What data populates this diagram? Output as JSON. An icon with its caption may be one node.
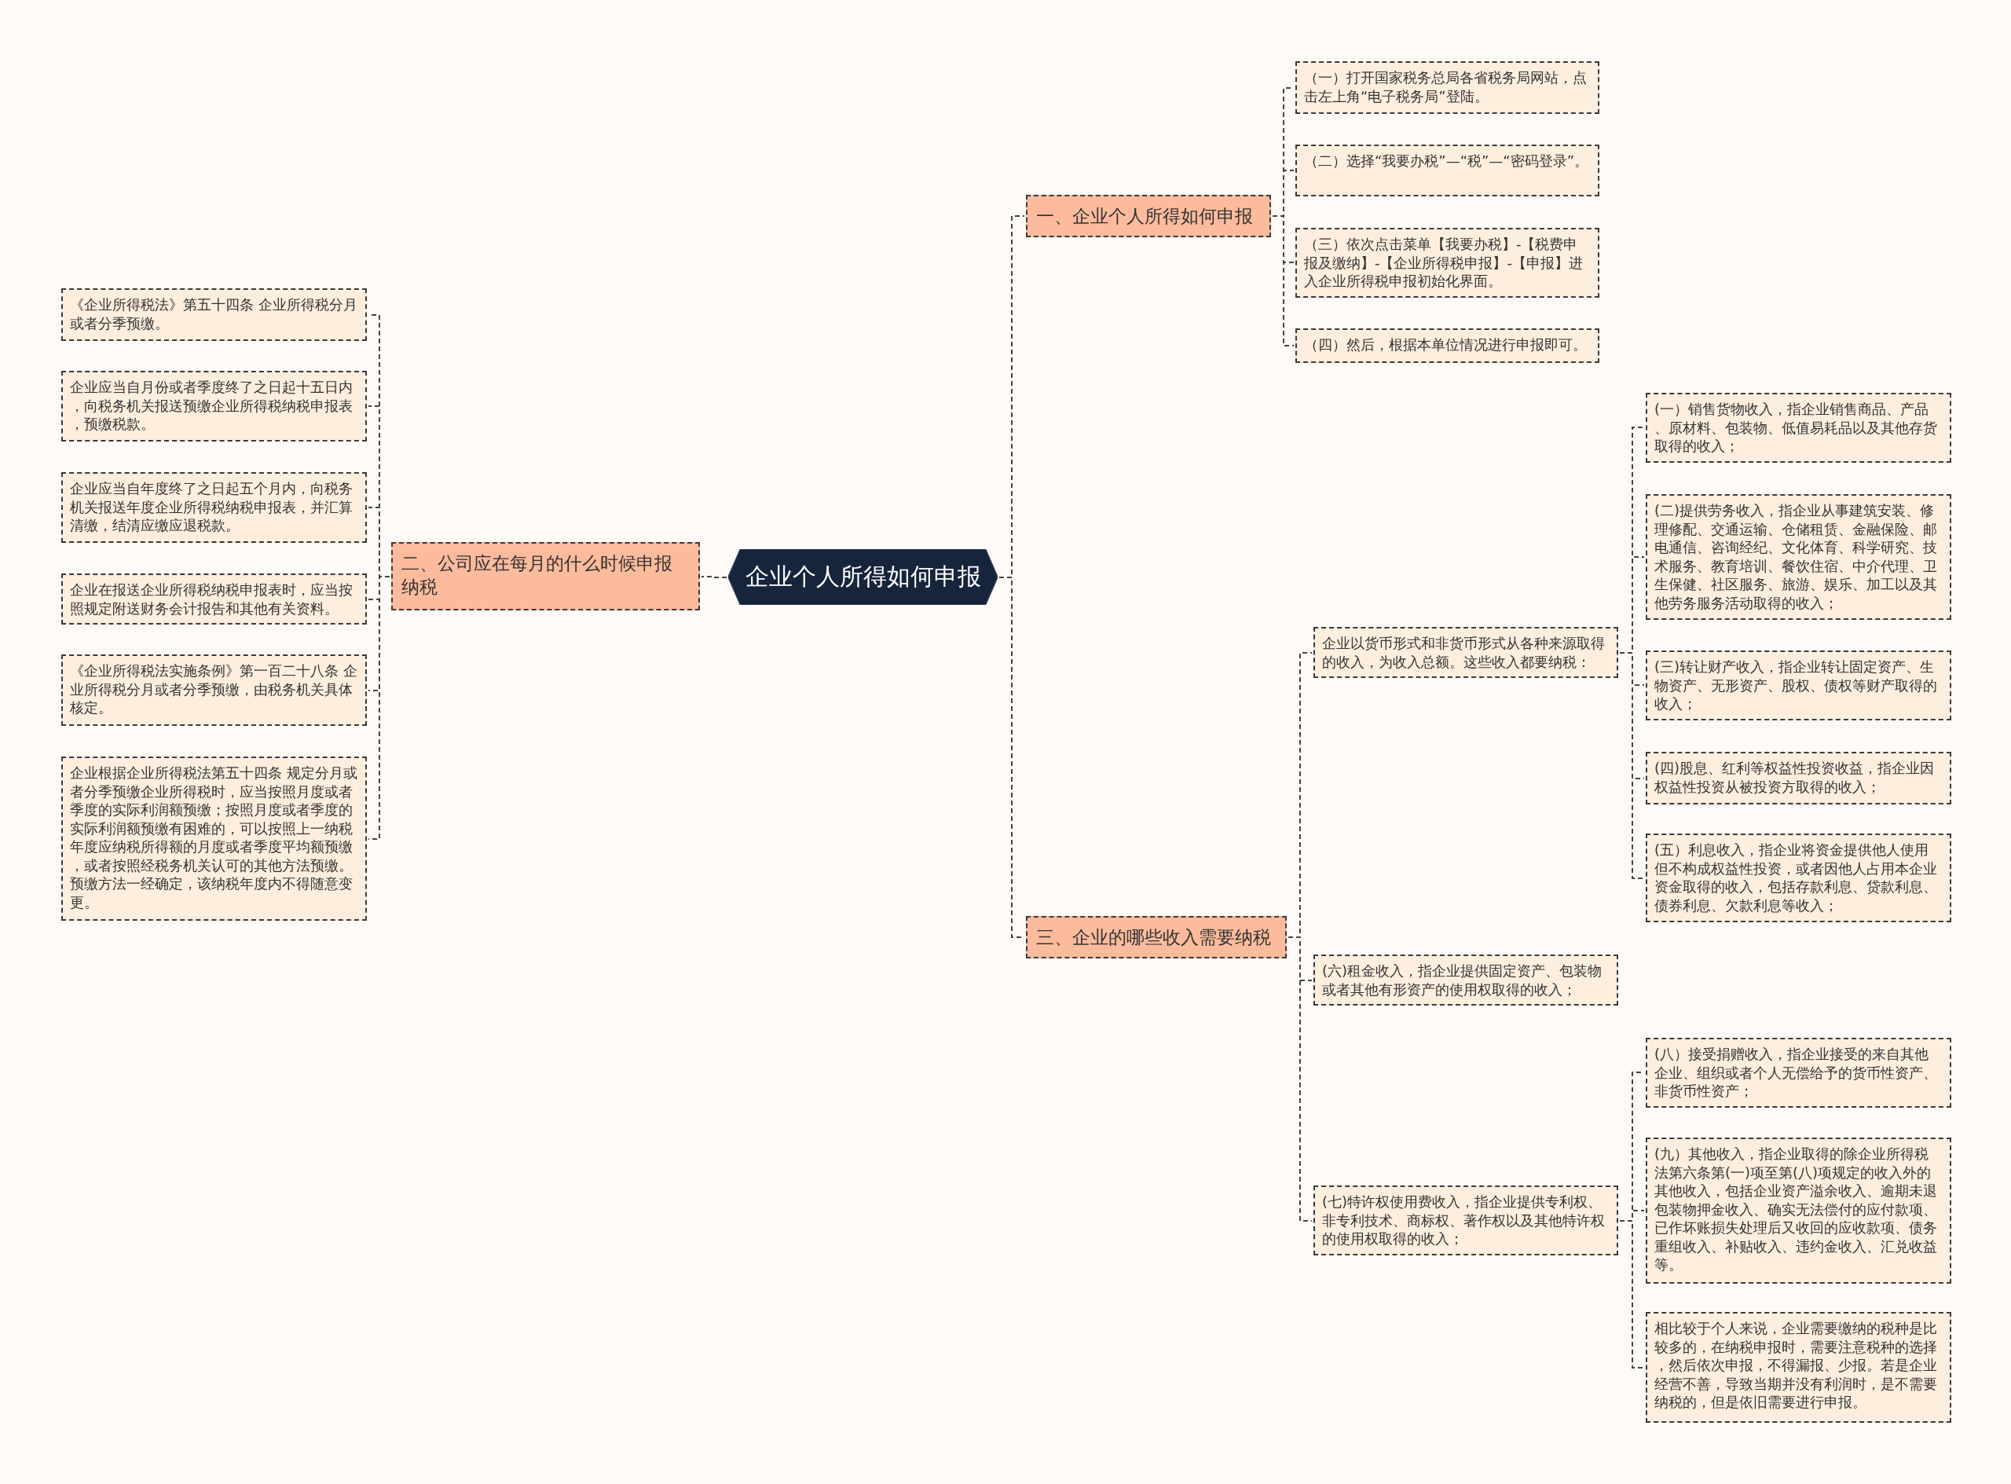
{
  "diagram": {
    "nodes": [
      {
        "text": [
          "企业个人所得如何申报"
        ]
      },
      {
        "text": [
          "一、企业个人所得如何申报"
        ]
      },
      {
        "text": [
          "（一）打开国家税务总局各省税务局网站，点击左上角“电子税务局”登陆。"
        ]
      },
      {
        "text": [
          "（二）选择“我要办税”—“税”—“密码登录”。"
        ]
      },
      {
        "text": [
          "（三）依次点击菜单【我要办税】-【税费申报及缴纳】-【企业所得税申报】-【申报】进入企业所得税申报初始化界面。"
        ]
      },
      {
        "text": [
          "（四）然后，根据本单位情况进行申报即可。"
        ]
      },
      {
        "text": [
          "二、公司应在每月的什么时候申报纳税"
        ]
      },
      {
        "text": [
          "《企业所得税法》第五十四条 企业所得税分月或者分季预缴。"
        ]
      },
      {
        "text": [
          "企业应当自月份或者季度终了之日起十五日内，向税务机关报送预缴企业所得税纳税申报表，预缴税款。"
        ]
      },
      {
        "text": [
          "企业应当自年度终了之日起五个月内，向税务机关报送年度企业所得税纳税申报表，并汇算清缴，结清应缴应退税款。"
        ]
      },
      {
        "text": [
          "企业在报送企业所得税纳税申报表时，应当按照规定附送财务会计报告和其他有关资料。"
        ]
      },
      {
        "text": [
          "《企业所得税法实施条例》第一百二十八条 企业所得税分月或者分季预缴，由税务机关具体核定。"
        ]
      },
      {
        "text": [
          "企业根据企业所得税法第五十四条 规定分月或者分季预缴企业所得税时，应当按照月度或者季度的实际利润额预缴；按照月度或者季度的实际利润额预缴有困难的，可以按照上一纳税年度应纳税所得额的月度或者季度平均额预缴，或者按照经税务机关认可的其他方法预缴。预缴方法一经确定，该纳税年度内不得随意变更。"
        ]
      },
      {
        "text": [
          "三、企业的哪些收入需要纳税"
        ]
      },
      {
        "text": [
          "企业以货币形式和非货币形式从各种来源取得的收入，为收入总额。这些收入都要纳税："
        ]
      },
      {
        "text": [
          "(一）销售货物收入，指企业销售商品、产品、原材料、包装物、低值易耗品以及其他存货取得的收入；"
        ]
      },
      {
        "text": [
          "(二)提供劳务收入，指企业从事建筑安装、修理修配、交通运输、仓储租赁、金融保险、邮电通信、咨询经纪、文化体育、科学研究、技术服务、教育培训、餐饮住宿、中介代理、卫生保健、社区服务、旅游、娱乐、加工以及其他劳务服务活动取得的收入；"
        ]
      },
      {
        "text": [
          "(三)转让财产收入，指企业转让固定资产、生物资产、无形资产、股权、债权等财产取得的收入；"
        ]
      },
      {
        "text": [
          "(四)股息、红利等权益性投资收益，指企业因权益性投资从被投资方取得的收入；"
        ]
      },
      {
        "text": [
          "(五）利息收入，指企业将资金提供他人使用但不构成权益性投资，或者因他人占用本企业资金取得的收入，包括存款利息、贷款利息、债券利息、欠款利息等收入；"
        ]
      },
      {
        "text": [
          "(六)租金收入，指企业提供固定资产、包装物或者其他有形资产的使用权取得的收入；"
        ]
      },
      {
        "text": [
          "(七)特许权使用费收入，指企业提供专利权、非专利技术、商标权、著作权以及其他特许权的使用权取得的收入；"
        ]
      },
      {
        "text": [
          "(八）接受捐赠收入，指企业接受的来自其他企业、组织或者个人无偿给予的货币性资产、非货币性资产；"
        ]
      },
      {
        "text": [
          "(九）其他收入，指企业取得的除企业所得税法第六条第(一)项至第(八)项规定的收入外的其他收入，包括企业资产溢余收入、逾期未退包装物押金收入、确实无法偿付的应付款项、已作坏账损失处理后又收回的应收款项、债务重组收入、补贴收入、违约金收入、汇兑收益等。"
        ]
      },
      {
        "text": [
          "相比较于个人来说，企业需要缴纳的税种是比较多的，在纳税申报时，需要注意税种的选择，然后依次申报，不得漏报、少报。若是企业经营不善，导致当期并没有利润时，是不需要纳税的，但是依旧需要进行申报。"
        ]
      }
    ],
    "edges": [
      {
        "from": 0,
        "to": 1,
        "arrow": "none"
      },
      {
        "from": 1,
        "to": 2,
        "arrow": "none"
      },
      {
        "from": 1,
        "to": 3,
        "arrow": "none"
      },
      {
        "from": 1,
        "to": 4,
        "arrow": "none"
      },
      {
        "from": 1,
        "to": 5,
        "arrow": "none"
      },
      {
        "from": 0,
        "to": 6,
        "arrow": "none"
      },
      {
        "from": 6,
        "to": 7,
        "arrow": "none"
      },
      {
        "from": 6,
        "to": 8,
        "arrow": "none"
      },
      {
        "from": 6,
        "to": 9,
        "arrow": "none"
      },
      {
        "from": 6,
        "to": 10,
        "arrow": "none"
      },
      {
        "from": 6,
        "to": 11,
        "arrow": "none"
      },
      {
        "from": 6,
        "to": 12,
        "arrow": "none"
      },
      {
        "from": 0,
        "to": 13,
        "arrow": "none"
      },
      {
        "from": 13,
        "to": 14,
        "arrow": "none"
      },
      {
        "from": 14,
        "to": 15,
        "arrow": "none"
      },
      {
        "from": 14,
        "to": 16,
        "arrow": "none"
      },
      {
        "from": 14,
        "to": 17,
        "arrow": "none"
      },
      {
        "from": 14,
        "to": 18,
        "arrow": "none"
      },
      {
        "from": 14,
        "to": 19,
        "arrow": "none"
      },
      {
        "from": 13,
        "to": 20,
        "arrow": "none"
      },
      {
        "from": 13,
        "to": 21,
        "arrow": "none"
      },
      {
        "from": 21,
        "to": 22,
        "arrow": "none"
      },
      {
        "from": 21,
        "to": 23,
        "arrow": "none"
      },
      {
        "from": 21,
        "to": 24,
        "arrow": "none"
      }
    ]
  }
}
